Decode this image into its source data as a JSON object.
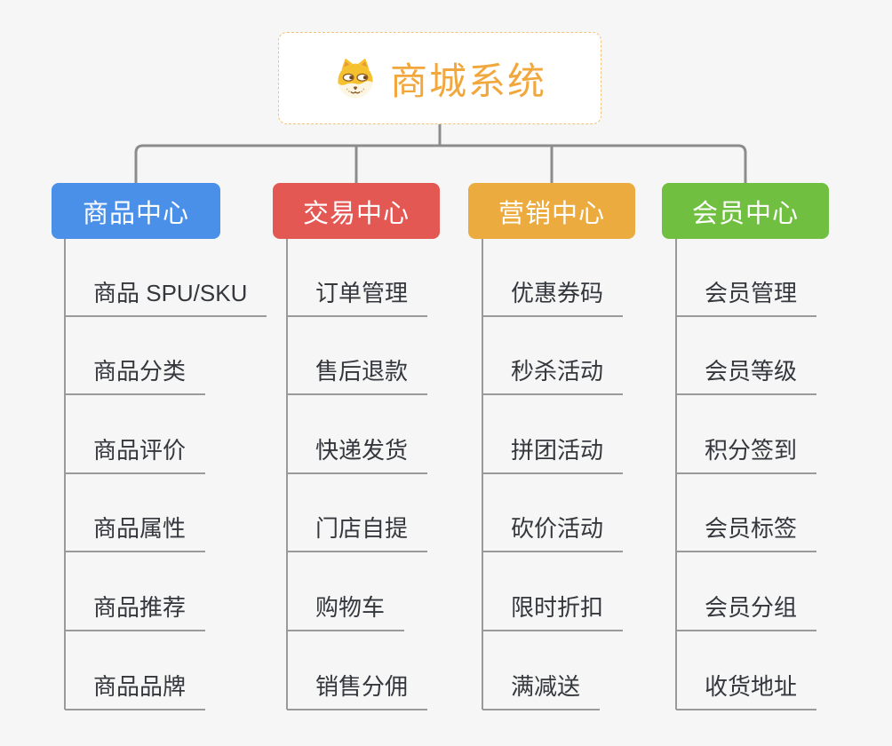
{
  "root": {
    "title": "商城系统",
    "icon": "dog-logo-icon",
    "title_color": "#f1a73c",
    "border_color": "#f2c279"
  },
  "branches": [
    {
      "label": "商品中心",
      "color": "#4a90e8",
      "items": [
        "商品 SPU/SKU",
        "商品分类",
        "商品评价",
        "商品属性",
        "商品推荐",
        "商品品牌"
      ]
    },
    {
      "label": "交易中心",
      "color": "#e45854",
      "items": [
        "订单管理",
        "售后退款",
        "快递发货",
        "门店自提",
        "购物车",
        "销售分佣"
      ]
    },
    {
      "label": "营销中心",
      "color": "#ebab3f",
      "items": [
        "优惠券码",
        "秒杀活动",
        "拼团活动",
        "砍价活动",
        "限时折扣",
        "满减送"
      ]
    },
    {
      "label": "会员中心",
      "color": "#70bf41",
      "items": [
        "会员管理",
        "会员等级",
        "积分签到",
        "会员标签",
        "会员分组",
        "收货地址"
      ]
    }
  ],
  "connector_color": "#8c8c8c",
  "leaf_line_color": "#9a9a9a",
  "background_color": "#f6f6f6"
}
